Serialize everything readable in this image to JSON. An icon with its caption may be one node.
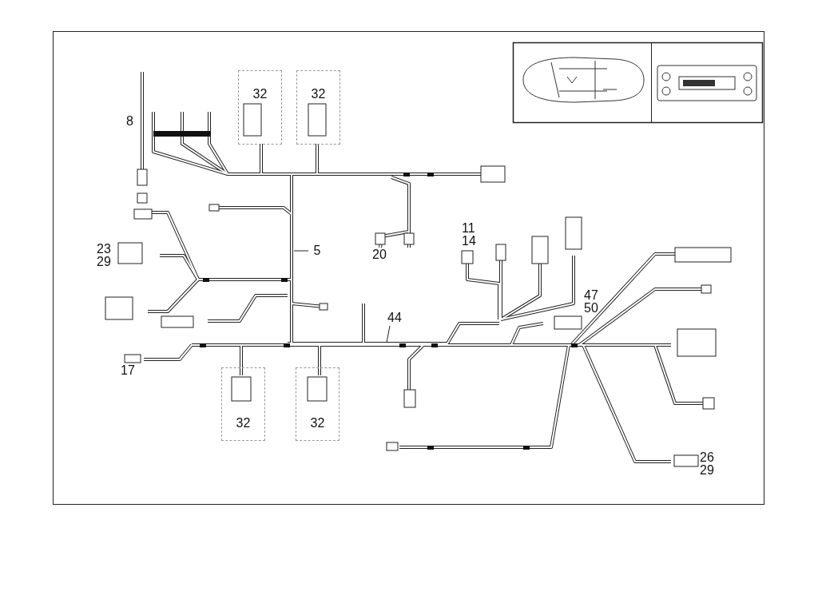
{
  "diagram": {
    "nodes": [
      {
        "text": [
          "32"
        ]
      },
      {
        "text": [
          "32"
        ]
      },
      {
        "text": [
          "32"
        ]
      },
      {
        "text": [
          "32"
        ]
      },
      {
        "text": [
          "5"
        ]
      },
      {
        "text": [
          "44"
        ]
      }
    ],
    "edges": [
      {
        "from": 4,
        "to": null,
        "arrow": "none"
      },
      {
        "from": 5,
        "to": null,
        "arrow": "none"
      }
    ],
    "labels": [
      "8",
      "23",
      "29",
      "20",
      "11",
      "14",
      "47",
      "50",
      "17",
      "26",
      "29"
    ]
  }
}
